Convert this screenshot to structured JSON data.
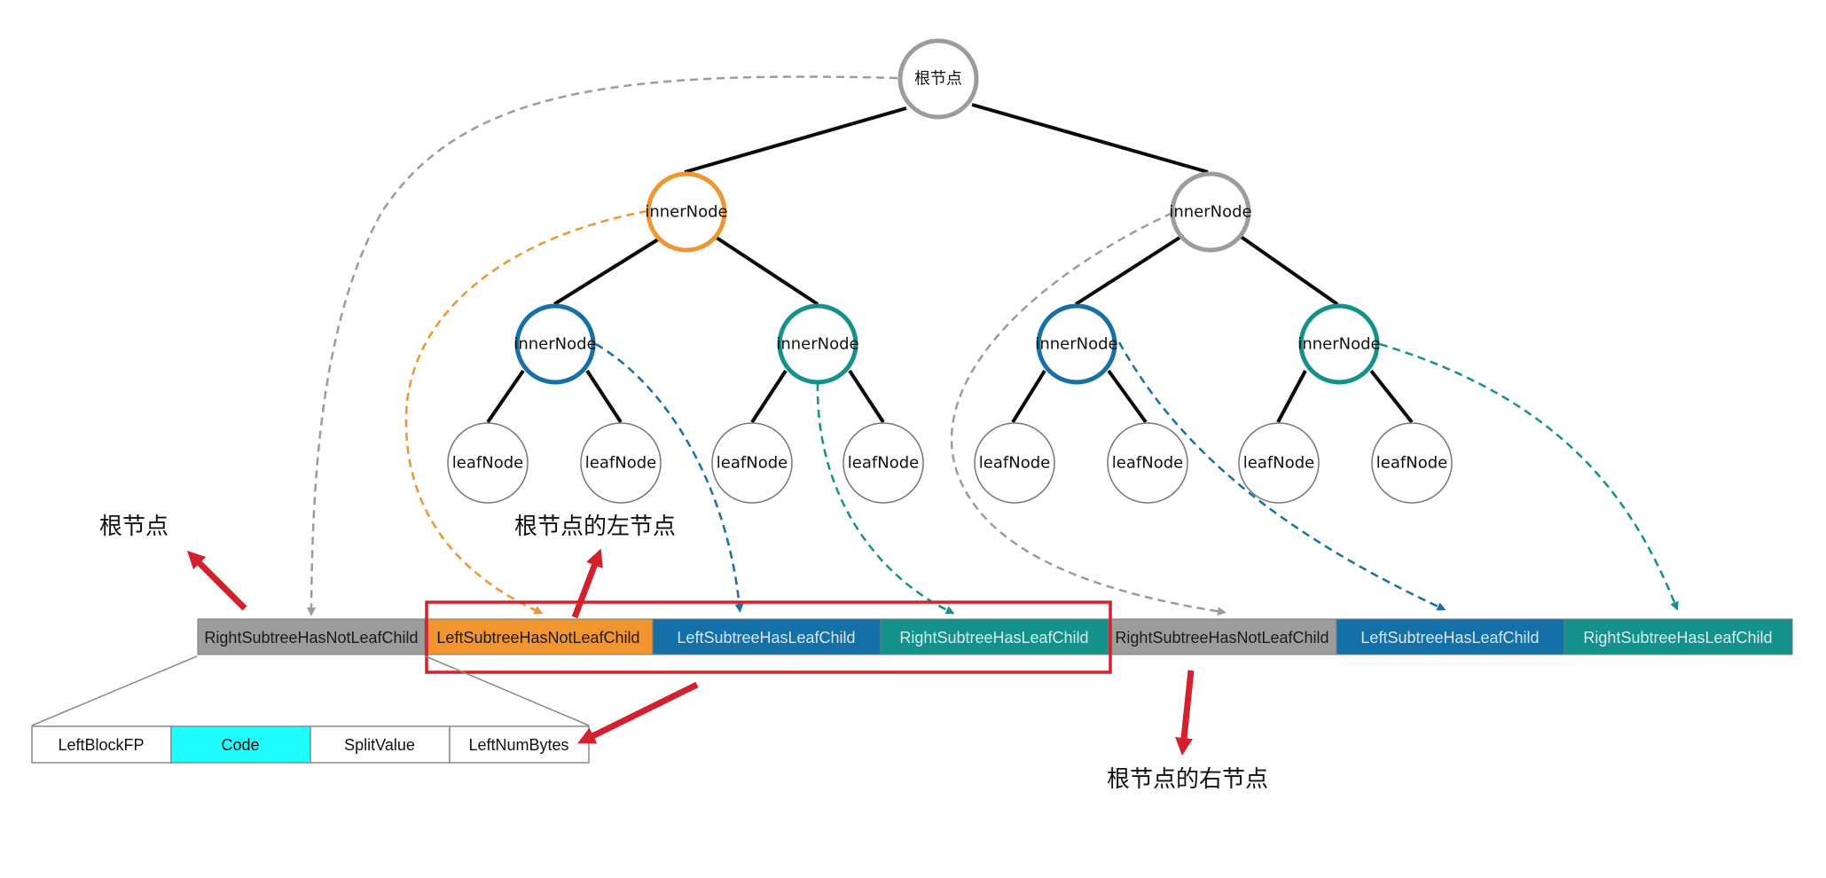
{
  "colors": {
    "gray": "#9c9c9c",
    "orange": "#f0952f",
    "blue": "#1570a8",
    "teal": "#14918b",
    "cyan": "#20fdfd",
    "red": "#d3202c",
    "edge": "#0a0a0a"
  },
  "tree": {
    "root": {
      "label": "根节点",
      "color": "gray"
    },
    "inner_left": {
      "label": "innerNode",
      "color": "orange"
    },
    "inner_right": {
      "label": "innerNode",
      "color": "gray"
    },
    "inner_ll": {
      "label": "innerNode",
      "color": "blue"
    },
    "inner_lr": {
      "label": "innerNode",
      "color": "teal"
    },
    "inner_rl": {
      "label": "innerNode",
      "color": "blue"
    },
    "inner_rr": {
      "label": "innerNode",
      "color": "teal"
    },
    "leaves": [
      "leafNode",
      "leafNode",
      "leafNode",
      "leafNode",
      "leafNode",
      "leafNode",
      "leafNode",
      "leafNode"
    ]
  },
  "array_cells": [
    {
      "label": "RightSubtreeHasNotLeafChild",
      "color": "gray"
    },
    {
      "label": "LeftSubtreeHasNotLeafChild",
      "color": "orange"
    },
    {
      "label": "LeftSubtreeHasLeafChild",
      "color": "blue"
    },
    {
      "label": "RightSubtreeHasLeafChild",
      "color": "teal"
    },
    {
      "label": "RightSubtreeHasNotLeafChild",
      "color": "gray"
    },
    {
      "label": "LeftSubtreeHasLeafChild",
      "color": "blue"
    },
    {
      "label": "RightSubtreeHasLeafChild",
      "color": "teal"
    }
  ],
  "detail_cells": [
    {
      "label": "LeftBlockFP",
      "highlight": false
    },
    {
      "label": "Code",
      "highlight": true
    },
    {
      "label": "SplitValue",
      "highlight": false
    },
    {
      "label": "LeftNumBytes",
      "highlight": false
    }
  ],
  "annotations": {
    "root": "根节点",
    "root_left": "根节点的左节点",
    "root_right": "根节点的右节点"
  }
}
